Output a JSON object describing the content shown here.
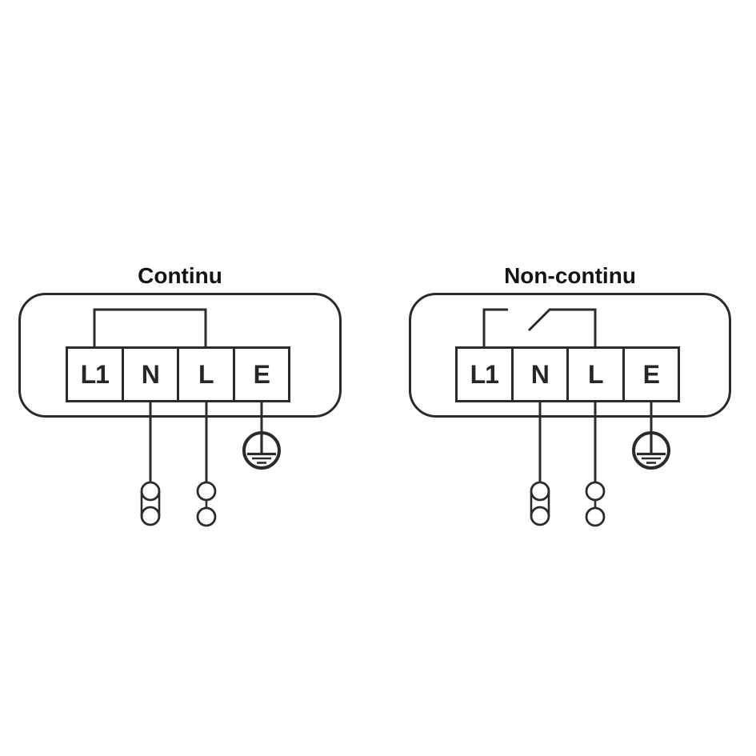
{
  "page": {
    "background": "#ffffff"
  },
  "colors": {
    "line": "#2b2b2b",
    "title": "#141414",
    "terminal_label": "#262626"
  },
  "icons": [
    "protective-earth-icon",
    "double-bullet-connector-icon",
    "twin-circle-connector-icon",
    "closed-jumper-icon",
    "open-switch-icon"
  ],
  "diagrams": [
    {
      "id": "continu",
      "title": "Continu",
      "terminals": [
        "L1",
        "N",
        "L",
        "E"
      ],
      "l1_to_l_link": "closed-jumper"
    },
    {
      "id": "non-continu",
      "title": "Non-continu",
      "terminals": [
        "L1",
        "N",
        "L",
        "E"
      ],
      "l1_to_l_link": "open-switch"
    }
  ]
}
